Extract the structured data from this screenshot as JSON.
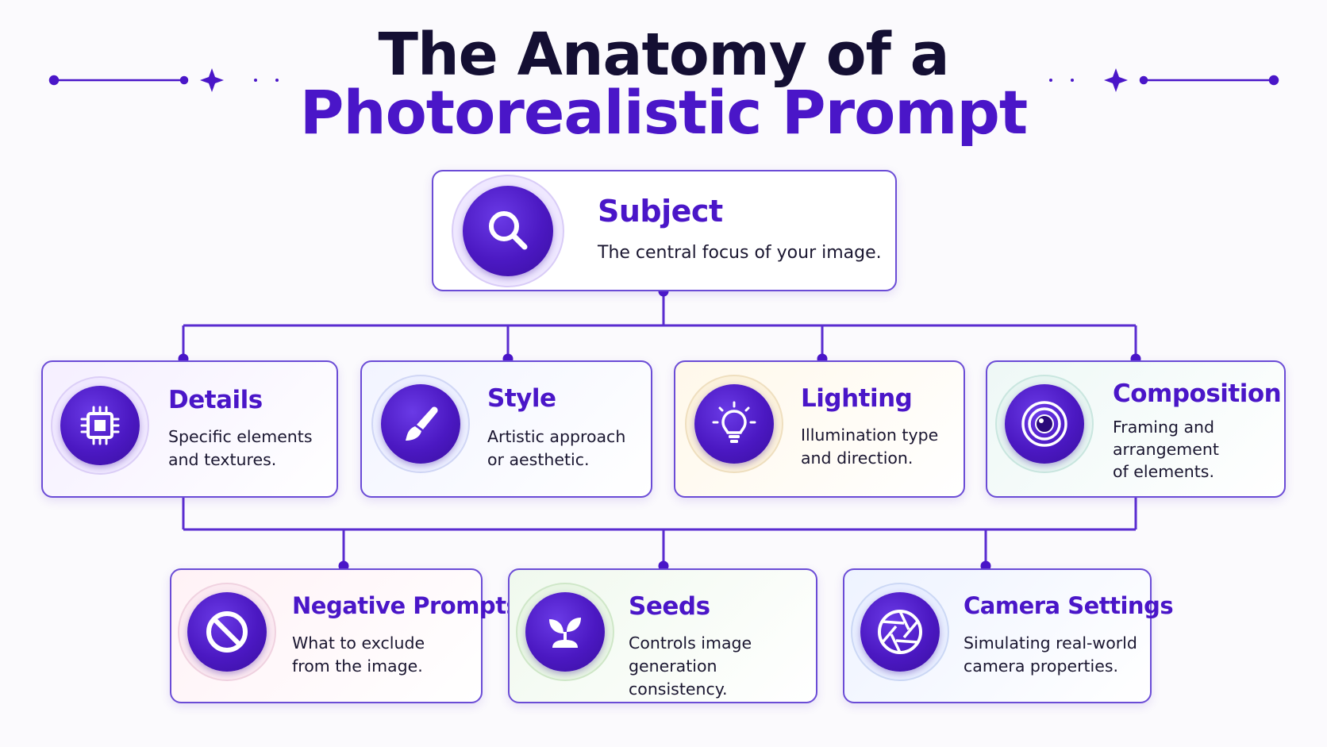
{
  "title": {
    "line1": "The Anatomy of a",
    "line2": "Photorealistic Prompt"
  },
  "colors": {
    "accent": "#4a16c8",
    "line": "#5a2cd0",
    "title_dark": "#140f33"
  },
  "nodes": {
    "subject": {
      "title": "Subject",
      "desc": "The central focus of your image.",
      "icon": "magnifier-icon"
    },
    "details": {
      "title": "Details",
      "desc": "Specific elements\nand textures.",
      "icon": "chip-icon"
    },
    "style": {
      "title": "Style",
      "desc": "Artistic approach\nor aesthetic.",
      "icon": "paintbrush-icon"
    },
    "lighting": {
      "title": "Lighting",
      "desc": "Illumination type\nand direction.",
      "icon": "lightbulb-icon"
    },
    "composition": {
      "title": "Composition",
      "desc": "Framing and\narrangement\nof elements.",
      "icon": "camera-lens-icon"
    },
    "negative": {
      "title": "Negative Prompts",
      "desc": "What to exclude\nfrom the image.",
      "icon": "prohibited-icon"
    },
    "seeds": {
      "title": "Seeds",
      "desc": "Controls image\ngeneration consistency.",
      "icon": "sprout-icon"
    },
    "camera": {
      "title": "Camera Settings",
      "desc": "Simulating real-world\ncamera properties.",
      "icon": "aperture-icon"
    }
  }
}
